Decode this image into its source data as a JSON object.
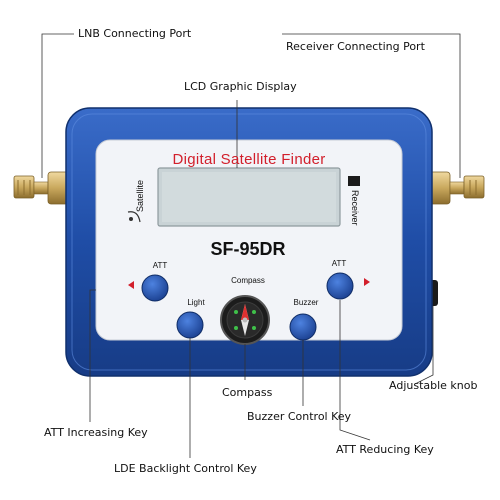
{
  "callouts": {
    "lnb_port": "LNB Connecting Port",
    "receiver_port": "Receiver Connecting Port",
    "lcd_display": "LCD Graphic Display",
    "compass": "Compass",
    "adjustable_knob": "Adjustable knob",
    "att_increasing_key": "ATT Increasing Key",
    "buzzer_control_key": "Buzzer Control Key",
    "att_reducing_key": "ATT Reducing Key",
    "backlight_control_key": "LDE Backlight Control Key"
  },
  "panel": {
    "brand_title": "Digital Satellite Finder",
    "model": "SF-95DR",
    "satellite_label": "Satellite",
    "receiver_label": "Receiver",
    "att_left_label": "ATT",
    "att_right_label": "ATT",
    "compass_label": "Compass",
    "light_label": "Light",
    "buzzer_label": "Buzzer"
  },
  "colors": {
    "housing": "#1f4da6",
    "panel": "#f2f4f8",
    "title_red": "#d21f2b",
    "button_blue": "#2457b6",
    "lcd": "#c9d3d6"
  }
}
